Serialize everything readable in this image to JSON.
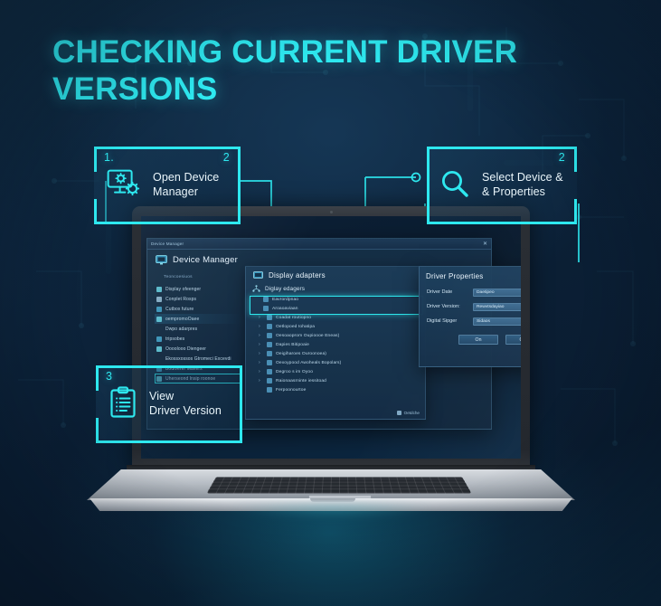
{
  "title": {
    "line1": "CHECKING CURRENT DRIVER",
    "line2": "VERSIONS",
    "color": "#2ee8ef"
  },
  "theme": {
    "accent": "#2ee8ef",
    "background": "#0c2033",
    "panel": "#16304a",
    "text": "#eaf4fc"
  },
  "steps": [
    {
      "number": "1.",
      "corner_number": "2",
      "icon": "monitor-gear-icon",
      "line1": "Open Device",
      "line2": "Manager"
    },
    {
      "number": "",
      "corner_number": "2",
      "icon": "magnifier-icon",
      "line1": "Select Device &",
      "line2": "& Properties"
    },
    {
      "number": "3",
      "corner_number": "",
      "icon": "clipboard-icon",
      "line1": "View",
      "line2": "Driver Version"
    }
  ],
  "device_manager": {
    "titlebar": {
      "text": "Device Manager",
      "close_icon": "close-icon"
    },
    "header": {
      "icon": "monitor-icon",
      "label": "Device Manager"
    },
    "sidebar": {
      "group_label": "Teoncoesiuos",
      "items": [
        {
          "label": "Display ofeenger",
          "icon": "display-icon",
          "state": "normal"
        },
        {
          "label": "Conplet Rosps",
          "icon": "lock-icon",
          "state": "normal"
        },
        {
          "label": "Cutbox future",
          "icon": "box-icon",
          "state": "normal"
        },
        {
          "label": "oempromoOaee",
          "icon": "printer-icon",
          "state": "highlighted"
        },
        {
          "label": "Dwpo  adarpres",
          "icon": "none",
          "state": "normal"
        },
        {
          "label": "tripsobes",
          "icon": "folder-icon",
          "state": "normal"
        },
        {
          "label": "Oooolooo Diengeer",
          "icon": "key-icon",
          "state": "normal"
        },
        {
          "label": "Ekossxossos Gtromeci Excevdi",
          "icon": "none",
          "state": "normal"
        },
        {
          "label": "Bodiverer Mavers",
          "icon": "disk-icon",
          "state": "normal"
        },
        {
          "label": "Uherseond lnsip roonoe",
          "icon": "settings-icon",
          "state": "selected"
        }
      ]
    },
    "tree_panel": {
      "header": {
        "icon": "display-adapters-icon",
        "label": "Display adapters"
      },
      "subheader": {
        "icon": "network-icon",
        "label": "Diglay edagers"
      },
      "rows": [
        {
          "label": "Eavrordpnao",
          "chevron": "",
          "icon": "adapter-icon",
          "selected": true
        },
        {
          "label": "Aroaoaviaan",
          "chevron": "",
          "icon": "adapter-icon",
          "selected": true
        },
        {
          "label": "Coadat routiopno",
          "chevron": "›",
          "icon": "device-icon",
          "selected": false
        },
        {
          "label": "Oetlopoed Iohatipa",
          "chevron": "›",
          "icon": "device-icon",
          "selected": false
        },
        {
          "label": "Oesoaoprom Oupioooe Eneas)",
          "chevron": "›",
          "icon": "device-icon",
          "selected": false
        },
        {
          "label": "Dapies Bitipoaie",
          "chevron": "›",
          "icon": "device-icon",
          "selected": false
        },
        {
          "label": "Oeigiharoes Ouroonoea)",
          "chevron": "›",
          "icon": "device-icon",
          "selected": false
        },
        {
          "label": "Oexoypood Awoheals Bopolars)",
          "chevron": "›",
          "icon": "device-icon",
          "selected": false
        },
        {
          "label": "Degroo s im Oyoo",
          "chevron": "›",
          "icon": "device-icon",
          "selected": false
        },
        {
          "label": "Raionaasrninte iessitoad",
          "chevron": "›",
          "icon": "device-icon",
          "selected": false
        },
        {
          "label": "Ferpoonourtoe",
          "chevron": "",
          "icon": "device-icon",
          "selected": false
        }
      ],
      "status": {
        "icon": "status-icon",
        "label": "Oetdche"
      }
    },
    "dialog": {
      "title": "Driver Properties",
      "close_icon": "close-icon",
      "fields": [
        {
          "label": "Driver Date",
          "value": "Daetipeo",
          "has_caret": true
        },
        {
          "label": "Driver Version:",
          "value": "Rewvtsdayiao",
          "has_caret": false
        },
        {
          "label": "Digital Sipger",
          "value": "Sidaos",
          "has_caret": false
        }
      ],
      "buttons": [
        {
          "label": "On"
        },
        {
          "label": "Cerar"
        }
      ]
    }
  }
}
